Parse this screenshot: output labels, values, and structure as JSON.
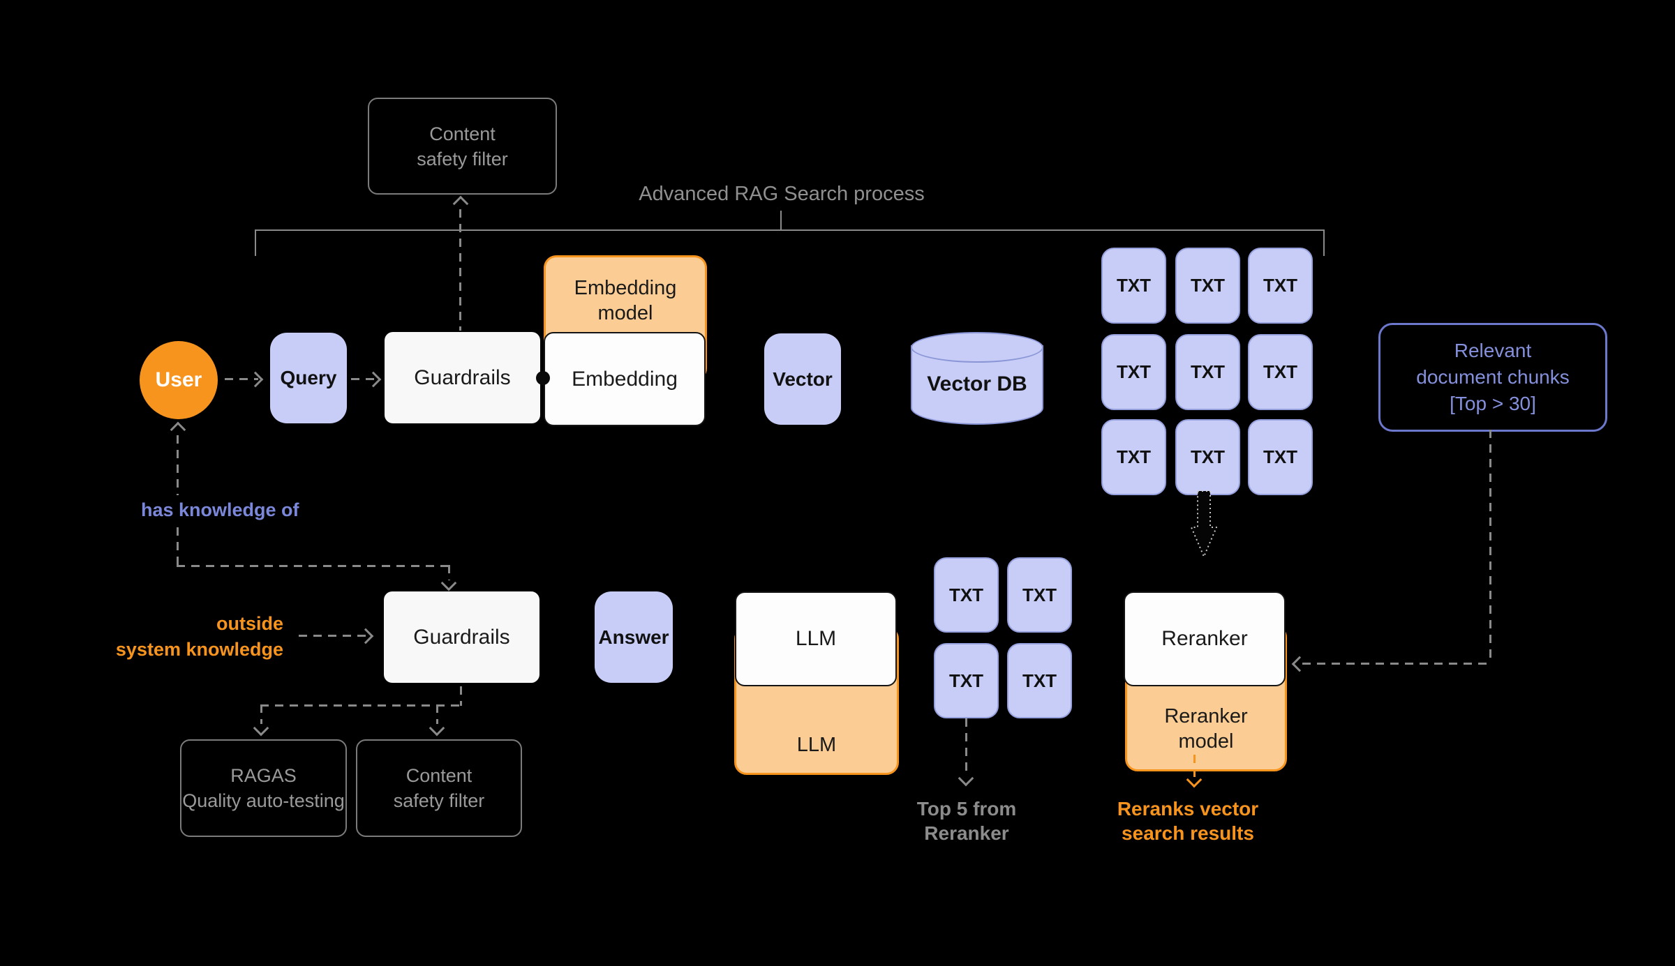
{
  "title": "Advanced RAG Search process",
  "nodes": {
    "user": "User",
    "query": "Query",
    "guardrails": "Guardrails",
    "embedding_model": [
      "Embedding",
      "model"
    ],
    "embedding": "Embedding",
    "content_safety_filter": [
      "Content",
      "safety filter"
    ],
    "vector": "Vector",
    "vector_db": "Vector DB",
    "txt": "TXT",
    "relevant_chunks": [
      "Relevant",
      "document chunks",
      "[Top > 30]"
    ],
    "answer": "Answer",
    "llm": "LLM",
    "llm_model": "LLM",
    "reranker": "Reranker",
    "reranker_model": [
      "Reranker",
      "model"
    ],
    "ragas": [
      "RAGAS",
      "Quality auto-testing"
    ]
  },
  "annotations": {
    "has_knowledge_of": "has knowledge of",
    "outside_system_knowledge": [
      "outside",
      "system knowledge"
    ],
    "top_5_from_reranker": [
      "Top 5 from",
      "Reranker"
    ],
    "reranks_vector_search": [
      "Reranks vector",
      "search results"
    ]
  },
  "colors": {
    "background": "#000000",
    "orange": "#F7941E",
    "light_orange": "#FBCC93",
    "lavender": "#C7CDF6",
    "lavender_border": "#96A0DC",
    "periwinkle_text": "#7B87D8",
    "chunks_border": "#6B78CC",
    "line_gray": "#8A8A8A",
    "white_box": "#F8F8F8"
  }
}
